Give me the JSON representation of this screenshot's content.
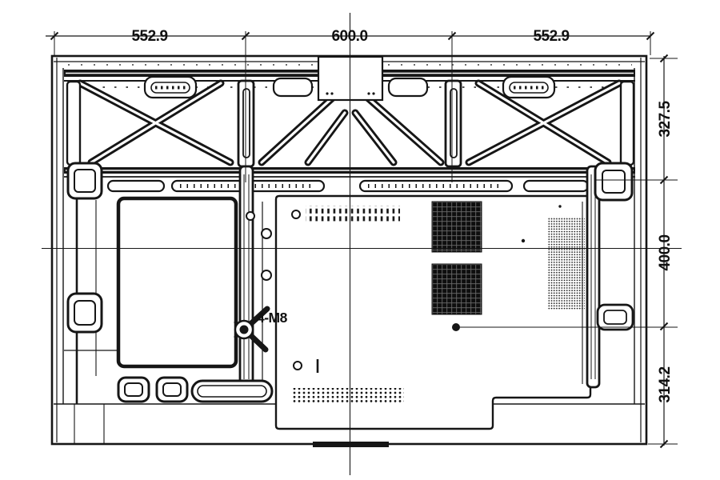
{
  "diagram": {
    "type": "engineering-drawing",
    "background": "#ffffff",
    "line_color": "#161616",
    "dimensions_top": [
      {
        "label": "552.9"
      },
      {
        "label": "600.0"
      },
      {
        "label": "552.9"
      }
    ],
    "dimensions_right": [
      {
        "label": "327.5"
      },
      {
        "label": "400.0"
      },
      {
        "label": "314.2"
      }
    ],
    "annotations": [
      {
        "label": "4-M8"
      }
    ]
  }
}
